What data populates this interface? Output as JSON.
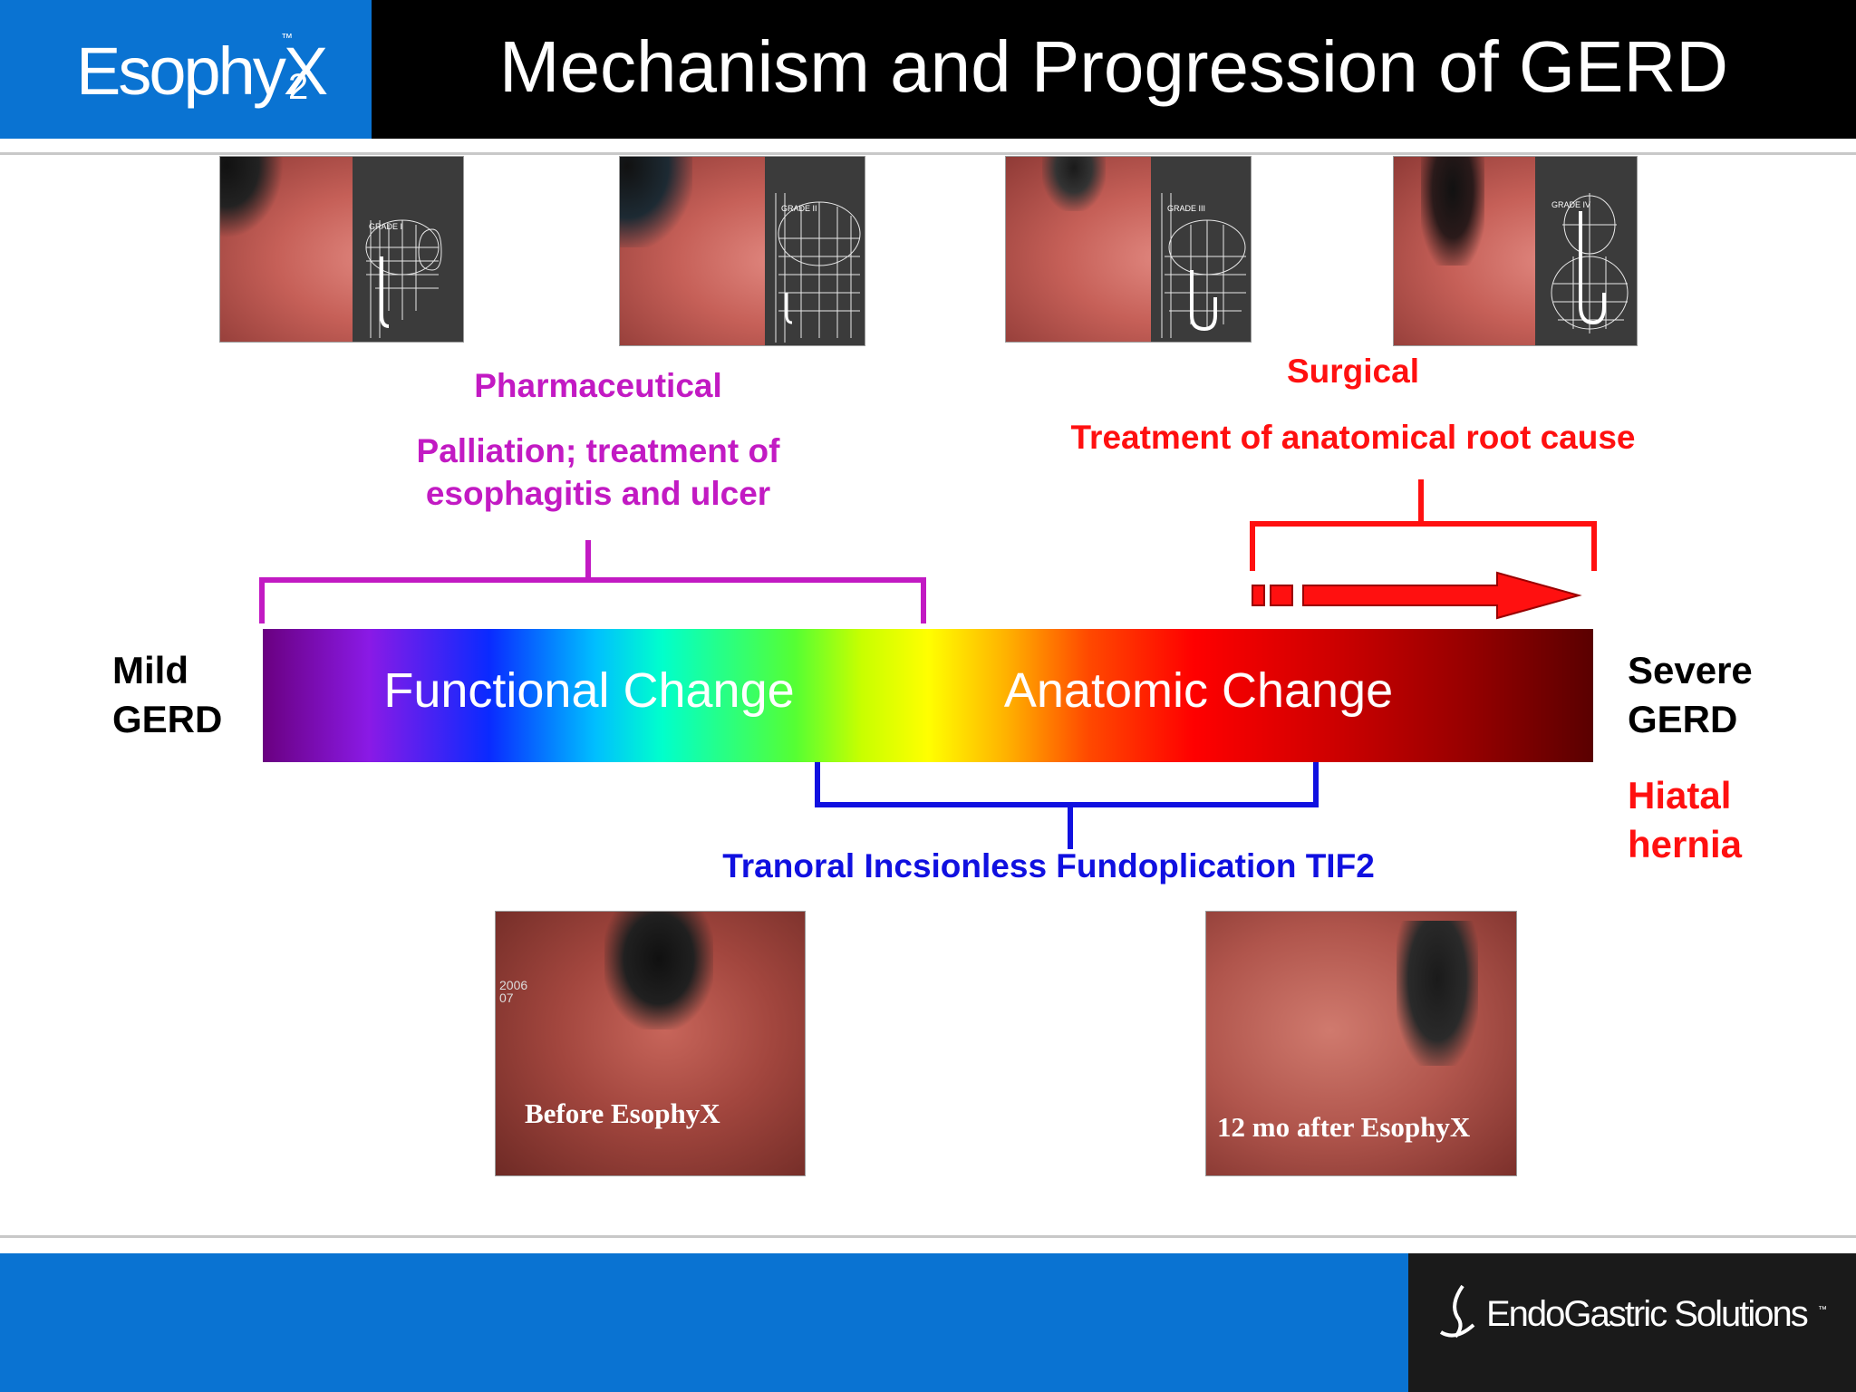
{
  "header": {
    "logo_text": "EsophyX",
    "logo_tm": "™",
    "logo_sub": "2",
    "title": "Mechanism and Progression of GERD"
  },
  "grade_images": [
    {
      "label": "GRADE I"
    },
    {
      "label": "GRADE II"
    },
    {
      "label": "GRADE III"
    },
    {
      "label": "GRADE IV"
    }
  ],
  "pharmaceutical": {
    "heading": "Pharmaceutical",
    "line1": "Palliation; treatment of",
    "line2": "esophagitis and ulcer",
    "color": "#c21ac3"
  },
  "surgical": {
    "heading": "Surgical",
    "description": "Treatment of anatomical root cause",
    "color": "#ff1010"
  },
  "spectrum": {
    "left_line1": "Mild",
    "left_line2": "GERD",
    "right_line1": "Severe",
    "right_line2": "GERD",
    "functional": "Functional Change",
    "anatomic": "Anatomic Change"
  },
  "hernia": {
    "line1": "Hiatal",
    "line2": "hernia"
  },
  "tif": {
    "label": "Tranoral Incsionless Fundoplication TIF2",
    "color": "#1010e0"
  },
  "photos": {
    "before_caption": "Before EsophyX",
    "before_date1": "2006",
    "before_date2": "07",
    "after_caption": "12 mo after EsophyX"
  },
  "footer": {
    "company": "EndoGastric Solutions",
    "tm": "™",
    "blue": "#0a73d2"
  }
}
